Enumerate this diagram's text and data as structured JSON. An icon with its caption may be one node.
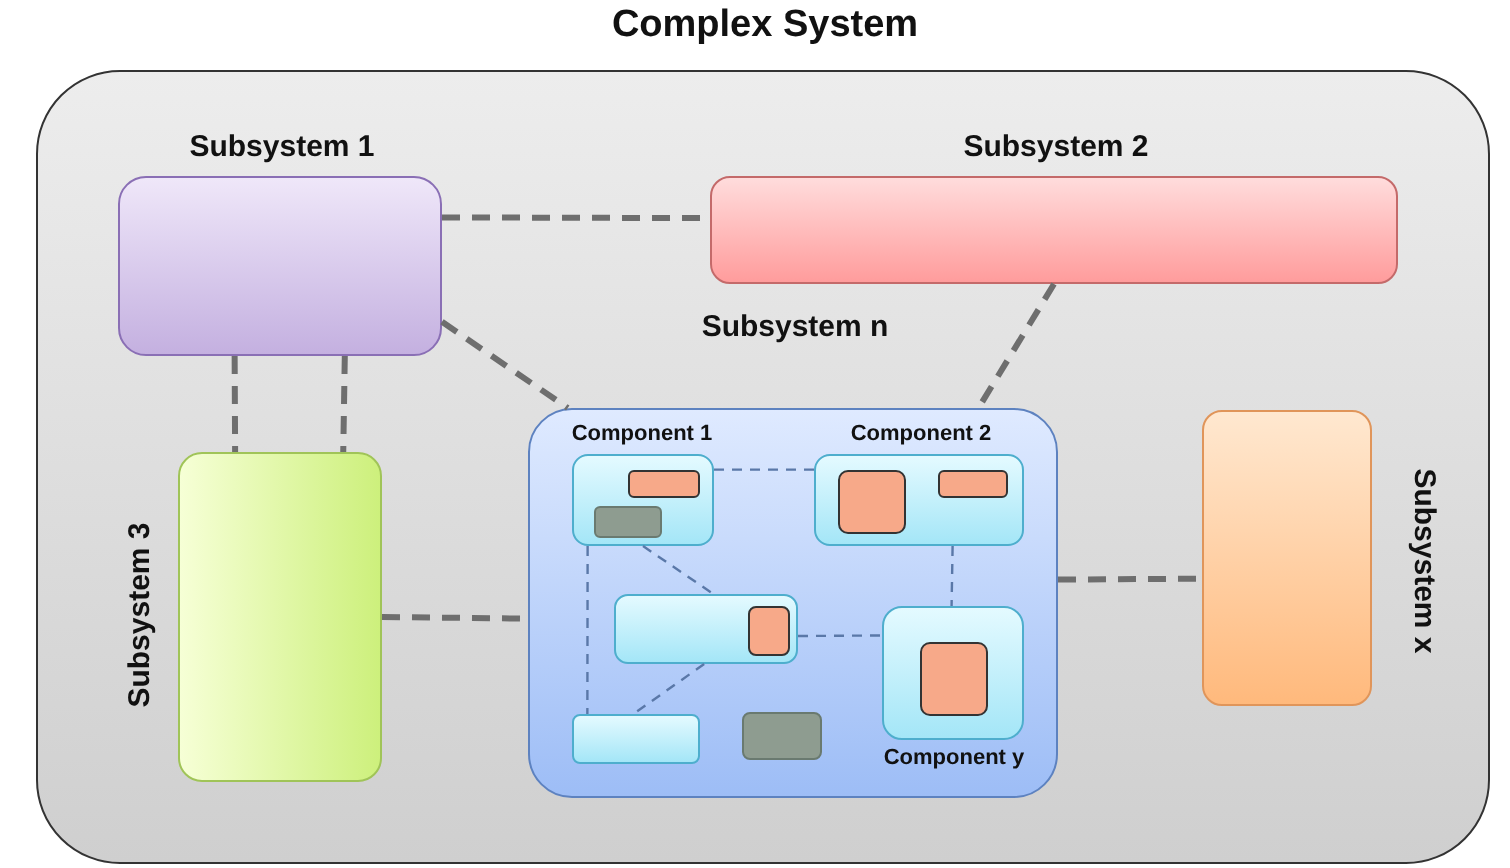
{
  "diagram": {
    "nodes": [
      {
        "text": [
          "Complex System"
        ]
      },
      {
        "text": [
          "Subsystem 1"
        ],
        "in": 0
      },
      {
        "text": [
          "Subsystem 2"
        ],
        "in": 0
      },
      {
        "text": [
          "Subsystem n"
        ],
        "in": 0
      },
      {
        "text": [
          "Component 1"
        ],
        "in": 3
      },
      {
        "text": [],
        "shape": "box",
        "in": 4
      },
      {
        "text": [],
        "shape": "box",
        "in": 4
      },
      {
        "text": [
          "Component 2"
        ],
        "in": 3
      },
      {
        "text": [],
        "shape": "box",
        "in": 7
      },
      {
        "text": [],
        "shape": "box",
        "in": 7
      },
      {
        "text": [],
        "shape": "box",
        "in": 3
      },
      {
        "text": [],
        "shape": "box",
        "in": 10
      },
      {
        "text": [
          "Component y"
        ],
        "in": 3
      },
      {
        "text": [],
        "shape": "box",
        "in": 12
      },
      {
        "text": [],
        "shape": "box",
        "in": 3
      },
      {
        "text": [],
        "shape": "box",
        "in": 3
      },
      {
        "text": [
          "Subsystem 3"
        ],
        "in": 0
      },
      {
        "text": [
          "Subsystem x"
        ],
        "in": 0
      }
    ],
    "edges": [
      {
        "from": 1,
        "to": 2,
        "arrow": "none",
        "style": "dashed"
      },
      {
        "from": 1,
        "to": 3,
        "arrow": "none",
        "style": "dashed"
      },
      {
        "from": 2,
        "to": 3,
        "arrow": "none",
        "style": "dashed"
      },
      {
        "from": 1,
        "to": 16,
        "arrow": "none",
        "style": "dashed"
      },
      {
        "from": 1,
        "to": 16,
        "arrow": "none",
        "style": "dashed"
      },
      {
        "from": 16,
        "to": 3,
        "arrow": "none",
        "style": "dashed"
      },
      {
        "from": 3,
        "to": 17,
        "arrow": "none",
        "style": "dashed"
      },
      {
        "from": 4,
        "to": 7,
        "arrow": "none",
        "style": "dashed",
        "color": "#5a78a8"
      },
      {
        "from": 4,
        "to": 14,
        "arrow": "none",
        "style": "dashed",
        "color": "#5a78a8"
      },
      {
        "from": 4,
        "to": 10,
        "arrow": "none",
        "style": "dashed",
        "color": "#5a78a8"
      },
      {
        "from": 10,
        "to": 14,
        "arrow": "none",
        "style": "dashed",
        "color": "#5a78a8"
      },
      {
        "from": 10,
        "to": 12,
        "arrow": "none",
        "style": "dashed",
        "color": "#5a78a8"
      },
      {
        "from": 7,
        "to": 12,
        "arrow": "none",
        "style": "dashed",
        "color": "#5a78a8"
      }
    ]
  }
}
